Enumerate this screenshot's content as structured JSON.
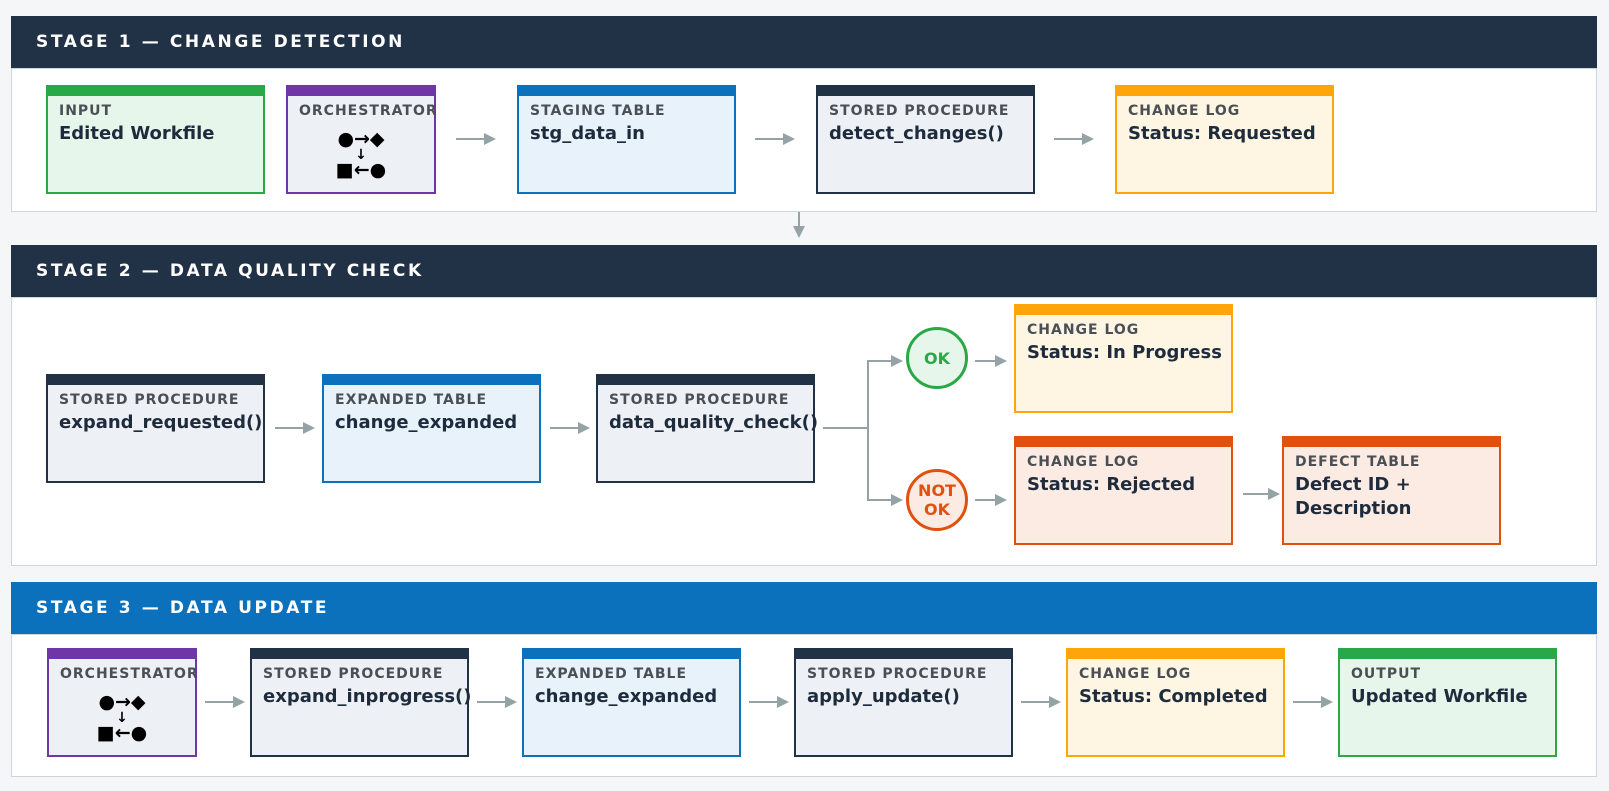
{
  "stages": [
    {
      "title": "STAGE 1  —  CHANGE DETECTION",
      "cards": [
        {
          "label": "INPUT",
          "value": "Edited Workfile"
        },
        {
          "label": "ORCHESTRATOR",
          "value": ""
        },
        {
          "label": "STAGING TABLE",
          "value": "stg_data_in"
        },
        {
          "label": "STORED PROCEDURE",
          "value": "detect_changes()"
        },
        {
          "label": "CHANGE LOG",
          "value": "Status: Requested"
        }
      ]
    },
    {
      "title": "STAGE 2  —  DATA QUALITY CHECK",
      "cards": [
        {
          "label": "STORED PROCEDURE",
          "value": "expand_requested()"
        },
        {
          "label": "EXPANDED TABLE",
          "value": "change_expanded"
        },
        {
          "label": "STORED PROCEDURE",
          "value": "data_quality_check()"
        },
        {
          "label": "CHANGE LOG",
          "value": "Status: In Progress"
        },
        {
          "label": "CHANGE LOG",
          "value": "Status: Rejected"
        },
        {
          "label": "DEFECT TABLE",
          "value": "Defect ID +\nDescription"
        }
      ],
      "decisions": {
        "ok": "OK",
        "not_ok": "NOT\nOK"
      }
    },
    {
      "title": "STAGE 3  —  DATA UPDATE",
      "cards": [
        {
          "label": "ORCHESTRATOR",
          "value": ""
        },
        {
          "label": "STORED PROCEDURE",
          "value": "expand_inprogress()"
        },
        {
          "label": "EXPANDED TABLE",
          "value": "change_expanded"
        },
        {
          "label": "STORED PROCEDURE",
          "value": "apply_update()"
        },
        {
          "label": "CHANGE LOG",
          "value": "Status: Completed"
        },
        {
          "label": "OUTPUT",
          "value": "Updated Workfile"
        }
      ]
    }
  ],
  "orchestrator_glyph": {
    "top": "●→◆",
    "middle": "↓",
    "bottom": "■←●"
  },
  "colors": {
    "header_dark": "#223246",
    "header_blue": "#0b71bd",
    "green": "#29a847",
    "purple": "#7035a6",
    "blue": "#0b71bd",
    "navy": "#223246",
    "orange": "#fea50c",
    "red": "#e1510e",
    "arrow": "#95a3a6"
  },
  "icons": [
    "arrow-right-icon",
    "arrow-down-icon",
    "orchestrator-flow-icon"
  ]
}
